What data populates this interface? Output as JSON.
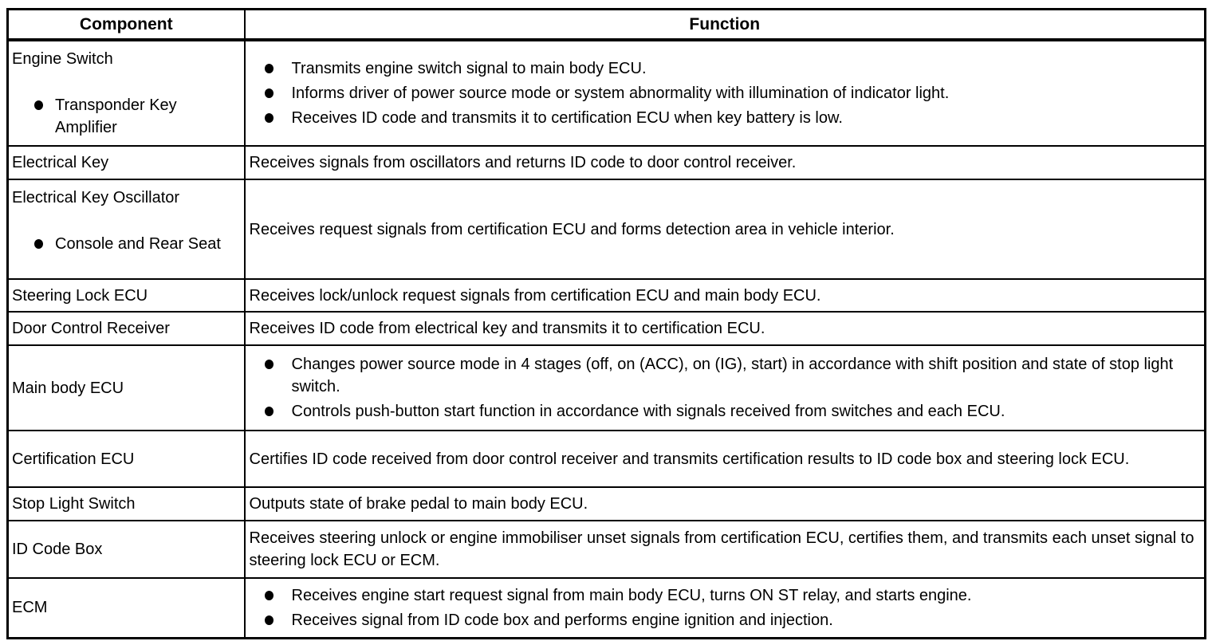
{
  "table": {
    "headers": {
      "component": "Component",
      "function": "Function"
    },
    "rows": [
      {
        "component": "Engine Switch",
        "component_sub": "Transponder Key Amplifier",
        "function_bullets": [
          "Transmits engine switch signal to main body ECU.",
          "Informs driver of power source mode or system abnormality with illumination of indicator light.",
          "Receives ID code and transmits it to certification ECU when key battery is low."
        ]
      },
      {
        "component": "Electrical Key",
        "function_text": "Receives signals from oscillators and returns ID code to door control receiver."
      },
      {
        "component": "Electrical Key Oscillator",
        "component_sub": "Console and Rear Seat",
        "function_text": "Receives request signals from certification ECU and forms detection area in vehicle interior."
      },
      {
        "component": "Steering Lock ECU",
        "function_text": "Receives lock/unlock request signals from certification ECU and main body ECU."
      },
      {
        "component": "Door Control Receiver",
        "function_text": "Receives ID code from electrical key and transmits it to certification ECU."
      },
      {
        "component": "Main body ECU",
        "function_bullets": [
          "Changes power source mode in 4 stages (off, on (ACC), on (IG), start) in accordance with shift position and state of stop light switch.",
          "Controls push-button start function in accordance with signals received from switches and each ECU."
        ]
      },
      {
        "component": "Certification ECU",
        "function_text": "Certifies ID code received from door control receiver and transmits certification results to ID code box and steering lock ECU."
      },
      {
        "component": "Stop Light Switch",
        "function_text": "Outputs state of brake pedal to main body ECU."
      },
      {
        "component": "ID Code Box",
        "function_text": "Receives steering unlock or engine immobiliser unset signals from certification ECU, certifies them, and transmits each unset signal to steering lock ECU or ECM."
      },
      {
        "component": "ECM",
        "function_bullets": [
          "Receives engine start request signal from main body ECU, turns ON ST relay, and starts engine.",
          "Receives signal from ID code box and performs engine ignition and injection."
        ]
      }
    ]
  }
}
